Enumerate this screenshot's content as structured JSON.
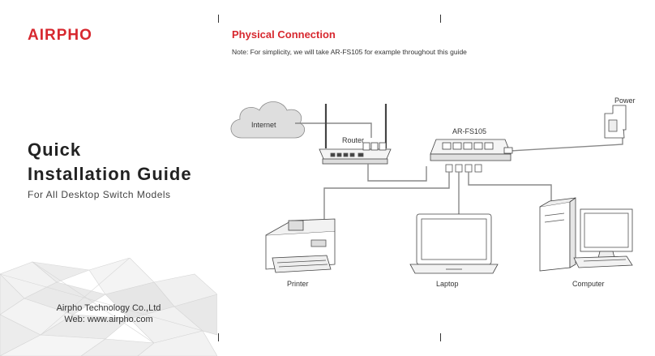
{
  "cover": {
    "brand": "AIRPHO",
    "title_line1": "Quick",
    "title_line2": "Installation Guide",
    "subtitle": "For All Desktop Switch Models",
    "company": "Airpho Technology Co.,Ltd",
    "website": "Web: www.airpho.com"
  },
  "section": {
    "title": "Physical Connection",
    "note": "Note: For simplicity, we will take AR-FS105 for example throughout this guide"
  },
  "diagram": {
    "internet_label": "Internet",
    "router_label": "Router",
    "switch_label": "AR-FS105",
    "power_label": "Power",
    "printer_label": "Printer",
    "laptop_label": "Laptop",
    "computer_label": "Computer"
  },
  "colors": {
    "brand_red": "#d7282f",
    "text_dark": "#222222",
    "line_gray": "#888888"
  }
}
